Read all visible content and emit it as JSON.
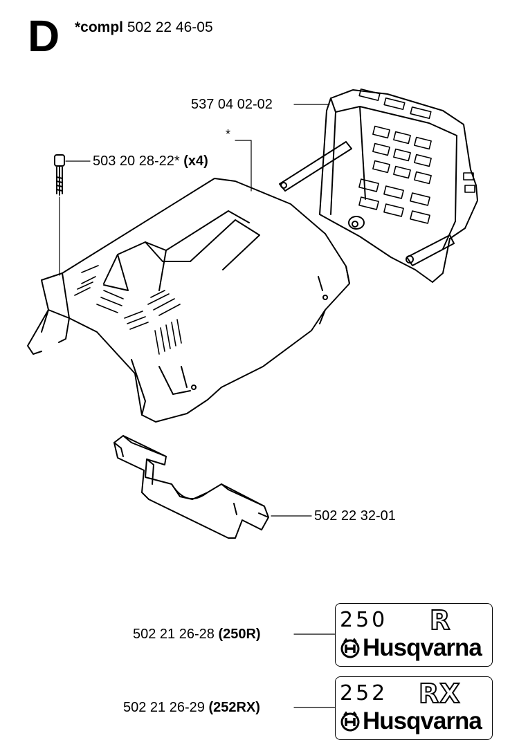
{
  "section": {
    "letter": "D"
  },
  "assembly": {
    "prefix": "*compl",
    "number": "502 22 46-05"
  },
  "parts": {
    "cover_front": {
      "number": "537 04 02-02"
    },
    "cover_marker": {
      "symbol": "*"
    },
    "screw": {
      "number": "503 20 28-22*",
      "qty": "(x4)"
    },
    "bracket": {
      "number": "502 22 32-01"
    },
    "decal_250r": {
      "number": "502 21 26-28",
      "model": "(250R)"
    },
    "decal_252rx": {
      "number": "502 21 26-29",
      "model": "(252RX)"
    }
  },
  "badges": {
    "first": {
      "number": "250",
      "suffix": "R",
      "brand": "Husqvarna"
    },
    "second": {
      "number": "252",
      "suffix": "RX",
      "brand": "Husqvarna"
    }
  },
  "icons": {
    "brand_logo": "husqvarna-crown-h-icon"
  }
}
